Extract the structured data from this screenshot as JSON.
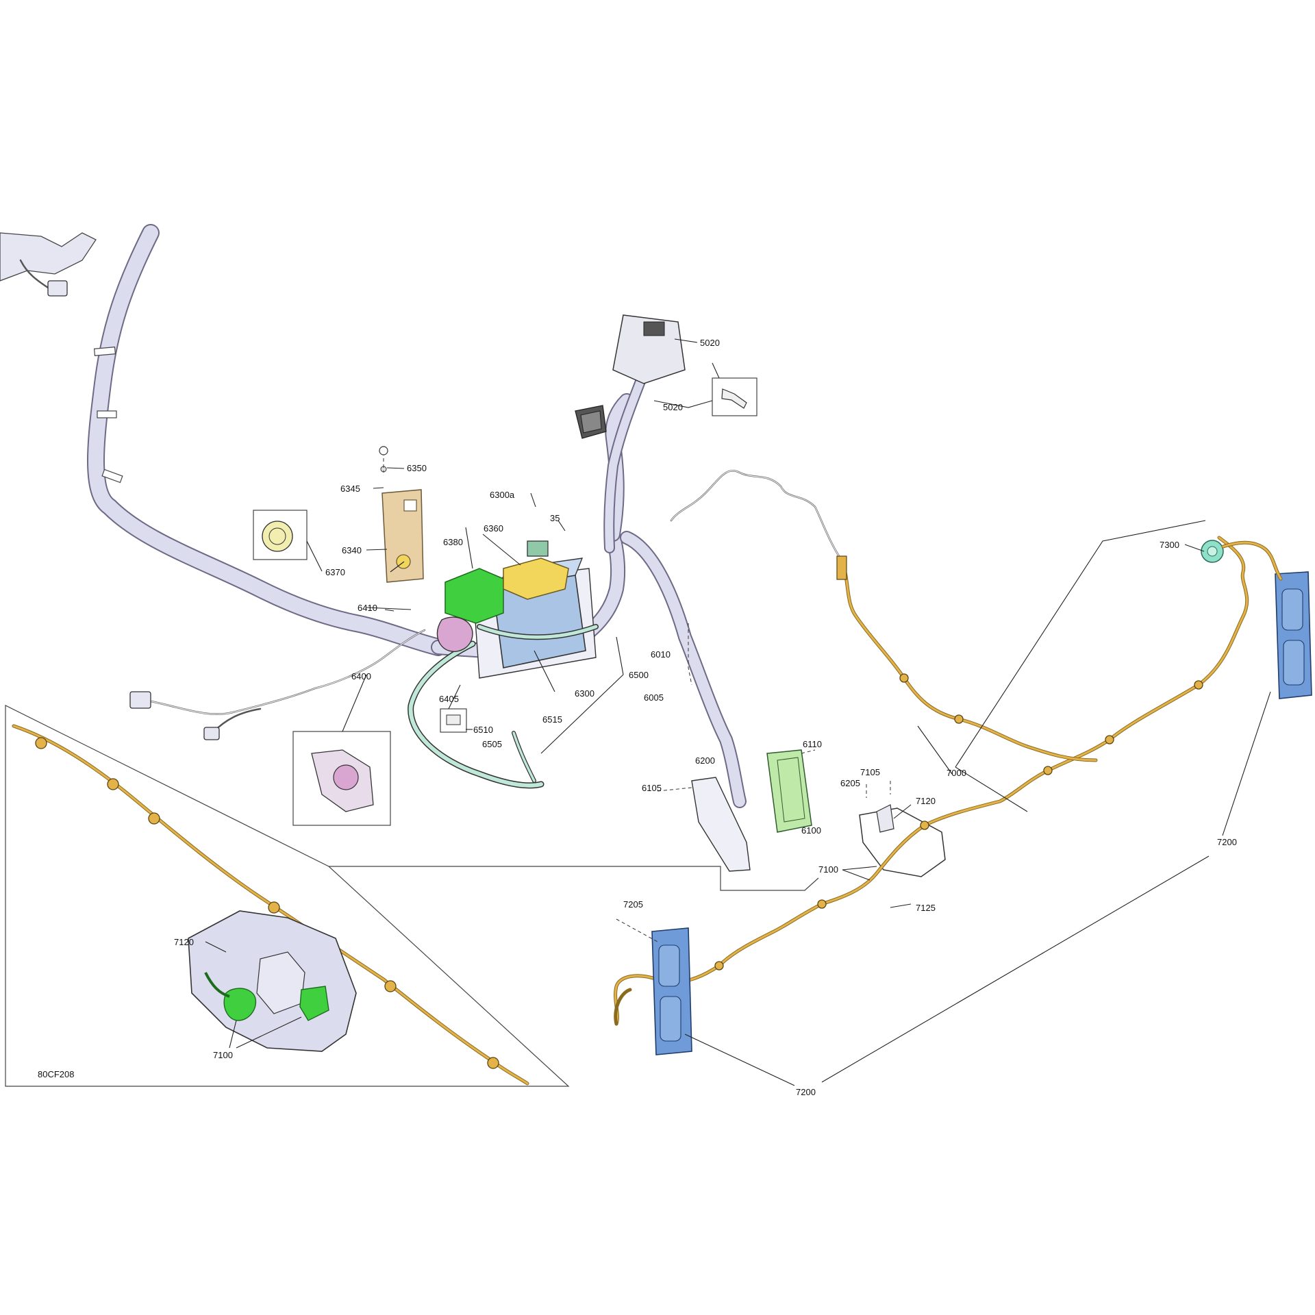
{
  "diagram_id": "80CF208",
  "callouts": {
    "c5020a": "5020",
    "c5020b": "5020",
    "c6350": "6350",
    "c6345": "6345",
    "c6340": "6340",
    "c6370": "6370",
    "c6410": "6410",
    "c6300a": "6300a",
    "c35": "35",
    "c6380": "6380",
    "c6360": "6360",
    "c6300": "6300",
    "c6500": "6500",
    "c6400": "6400",
    "c6405": "6405",
    "c6510": "6510",
    "c6515": "6515",
    "c6505": "6505",
    "c6010": "6010",
    "c6005": "6005",
    "c6110": "6110",
    "c6100": "6100",
    "c6105": "6105",
    "c6200": "6200",
    "c7105": "7105",
    "c6205": "6205",
    "c7120": "7120",
    "c7100": "7100",
    "c7125": "7125",
    "c7000": "7000",
    "c7300": "7300",
    "c7200a": "7200",
    "c7200b": "7200",
    "c7205": "7205",
    "inset7120": "7120",
    "inset7100": "7100"
  },
  "colors": {
    "harness_tube": "#dcdcef",
    "wire_yellow": "#e3b34a",
    "battery_blue": "#a9c4e4",
    "green_part": "#3fcf3f",
    "yellow_part": "#f2d65c",
    "tan_part": "#e8cfa4",
    "pink_part": "#d8a6d0",
    "mint_cable": "#bfe8d8",
    "light_green_module": "#bfe9a8",
    "blue_light": "#6f9bd8",
    "teal_socket": "#8ee0c8"
  }
}
